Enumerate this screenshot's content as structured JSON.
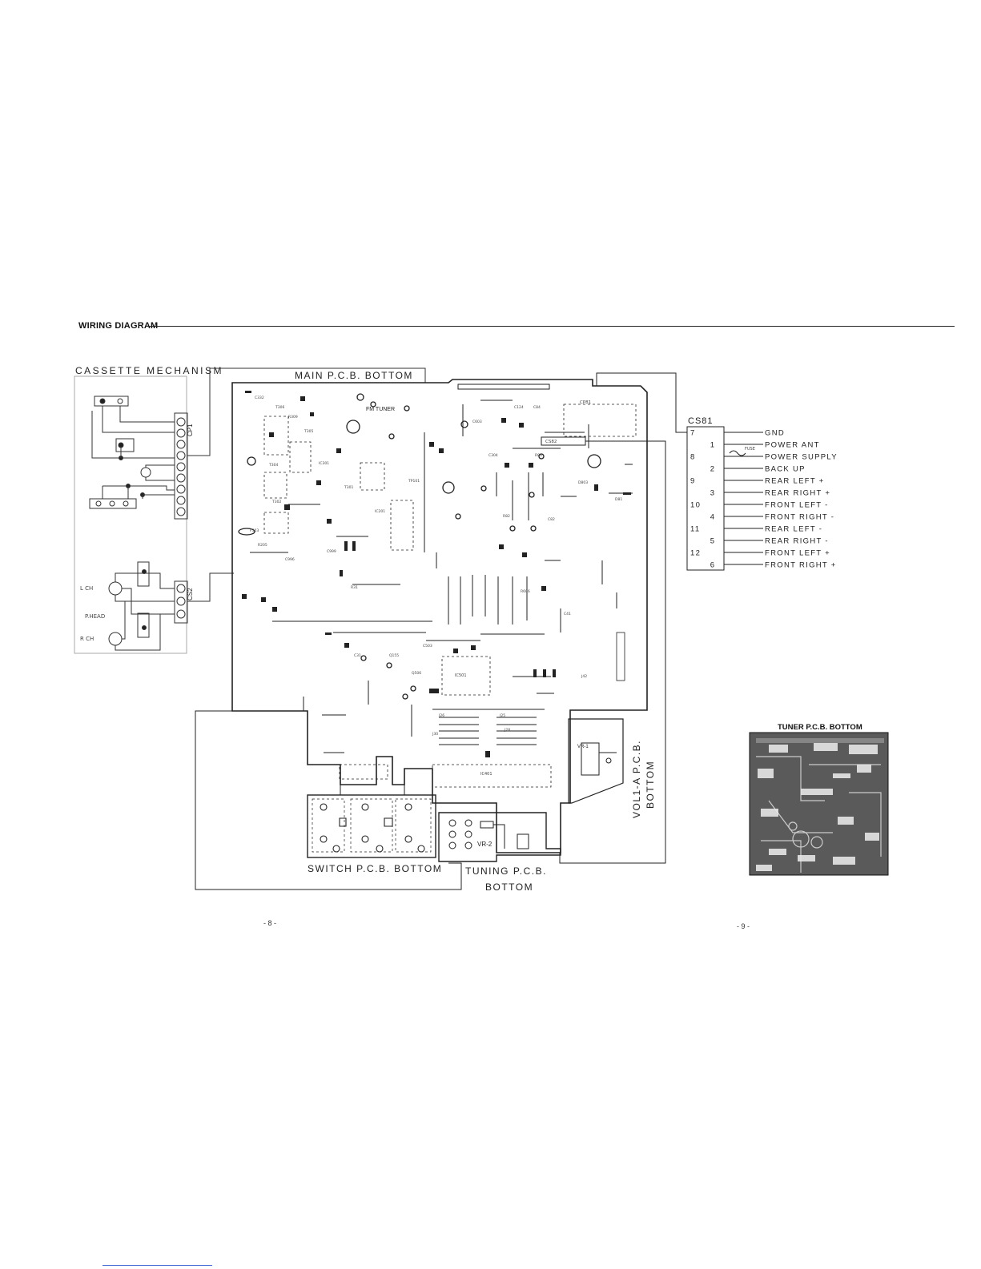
{
  "header": {
    "title": "WIRING DIAGRAM"
  },
  "boards": {
    "cassette": "CASSETTE MECHANISM",
    "main": "MAIN P.C.B. BOTTOM",
    "switch": "SWITCH P.C.B. BOTTOM",
    "tuning_l1": "TUNING P.C.B.",
    "tuning_l2": "BOTTOM",
    "vol_l1": "VOL1-A P.C.B.",
    "vol_l2": "BOTTOM",
    "tuner": "TUNER P.C.B. BOTTOM"
  },
  "cassette_labels": {
    "cp1": "CP1",
    "cs2": "CS2",
    "lch": "L CH",
    "phead": "P.HEAD",
    "rch": "R CH"
  },
  "main_labels": {
    "fm_tuner": "FM TUNER",
    "cp81": "CP81",
    "cs82": "CS82",
    "ic501": "IC501",
    "ic401": "IC401"
  },
  "connector": {
    "name": "CS81",
    "fuse_label": "FUSE",
    "pins": [
      {
        "left": "7",
        "right": "",
        "label": "GND"
      },
      {
        "left": "",
        "right": "1",
        "label": "POWER ANT"
      },
      {
        "left": "8",
        "right": "",
        "label": "POWER SUPPLY"
      },
      {
        "left": "",
        "right": "2",
        "label": "BACK UP"
      },
      {
        "left": "9",
        "right": "",
        "label": "REAR LEFT +"
      },
      {
        "left": "",
        "right": "3",
        "label": "REAR RIGHT +"
      },
      {
        "left": "10",
        "right": "",
        "label": "FRONT LEFT -"
      },
      {
        "left": "",
        "right": "4",
        "label": "FRONT RIGHT -"
      },
      {
        "left": "11",
        "right": "",
        "label": "REAR LEFT -"
      },
      {
        "left": "",
        "right": "5",
        "label": "REAR RIGHT -"
      },
      {
        "left": "12",
        "right": "",
        "label": "FRONT LEFT +"
      },
      {
        "left": "",
        "right": "6",
        "label": "FRONT RIGHT +"
      }
    ]
  },
  "page_numbers": {
    "left": "- 8 -",
    "right": "- 9 -"
  }
}
